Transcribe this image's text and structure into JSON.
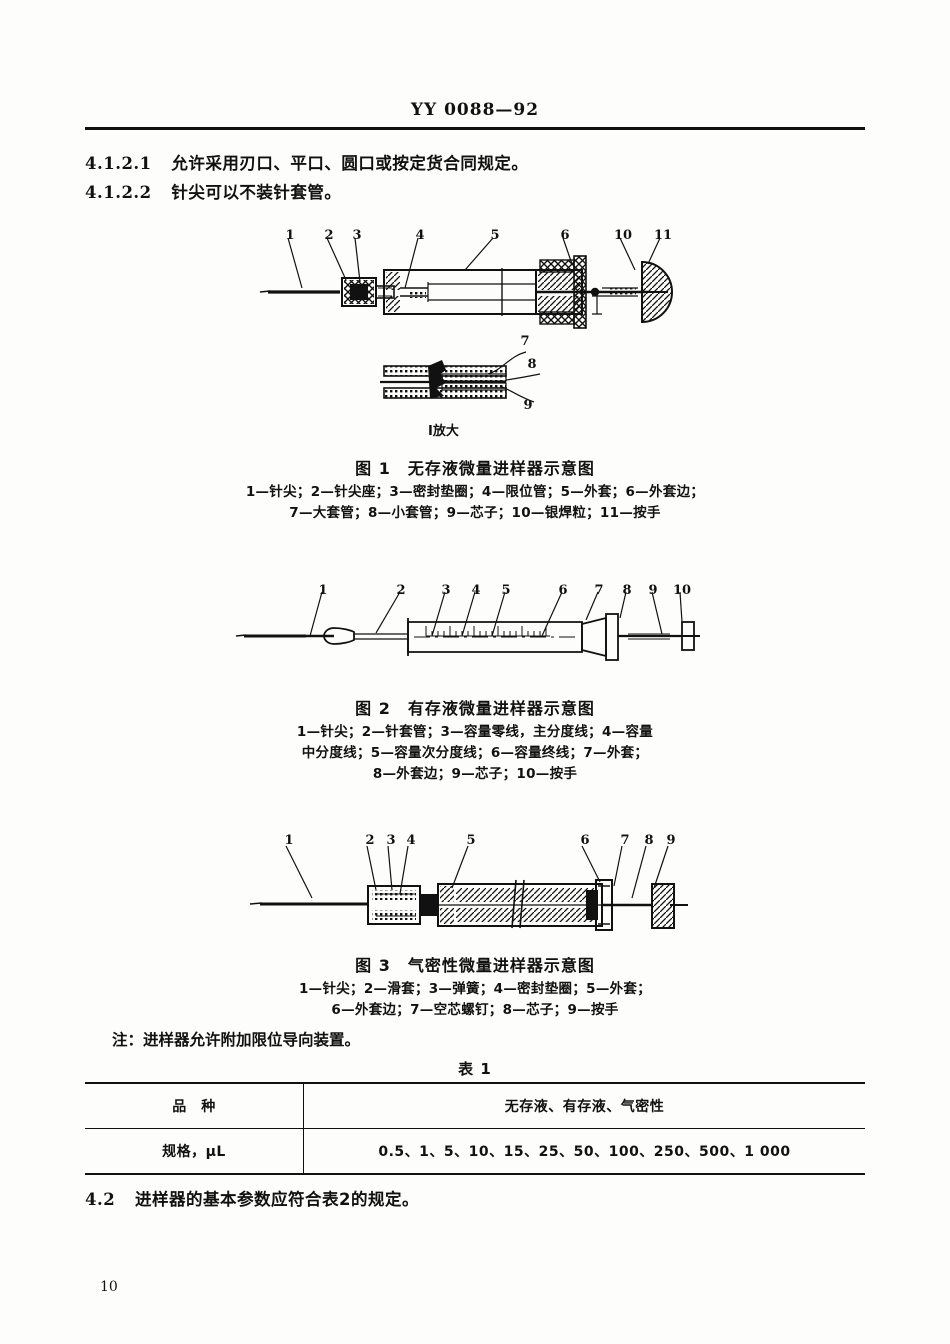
{
  "header": {
    "standard_number": "YY 0088—92"
  },
  "clauses": [
    {
      "number": "4.1.2.1",
      "text": "允许采用刃口、平口、圆口或按定货合同规定。"
    },
    {
      "number": "4.1.2.2",
      "text": "针尖可以不装针套管。"
    }
  ],
  "figure1": {
    "caption": "图 1　无存液微量进样器示意图",
    "detail_label": "I放大",
    "detail_mark": "I",
    "callouts": [
      "1",
      "2",
      "3",
      "4",
      "5",
      "6",
      "10",
      "11",
      "7",
      "8",
      "9"
    ],
    "legend_lines": [
      "1—针尖；2—针尖座；3—密封垫圈；4—限位管；5—外套；6—外套边；",
      "7—大套管；8—小套管；9—芯子；10—银焊粒；11—按手"
    ]
  },
  "figure2": {
    "caption": "图 2　有存液微量进样器示意图",
    "callouts": [
      "1",
      "2",
      "3",
      "4",
      "5",
      "6",
      "7",
      "8",
      "9",
      "10"
    ],
    "legend_lines": [
      "1—针尖；2—针套管；3—容量零线，主分度线；4—容量",
      "中分度线；5—容量次分度线；6—容量终线；7—外套；",
      "8—外套边；9—芯子；10—按手"
    ]
  },
  "figure3": {
    "caption": "图 3　气密性微量进样器示意图",
    "callouts": [
      "1",
      "2",
      "3",
      "4",
      "5",
      "6",
      "7",
      "8",
      "9"
    ],
    "legend_lines": [
      "1—针尖；2—滑套；3—弹簧；4—密封垫圈；5—外套；",
      "6—外套边；7—空芯螺钉；8—芯子；9—按手"
    ]
  },
  "note": "注：进样器允许附加限位导向装置。",
  "table1": {
    "label": "表 1",
    "rows": [
      {
        "name": "品　种",
        "value": "无存液、有存液、气密性"
      },
      {
        "name": "规格，μL",
        "value": "0.5、1、5、10、15、25、50、100、250、500、1 000"
      }
    ]
  },
  "clause_4_2": {
    "number": "4.2",
    "text": "进样器的基本参数应符合表2的规定。"
  },
  "page_number": "10"
}
